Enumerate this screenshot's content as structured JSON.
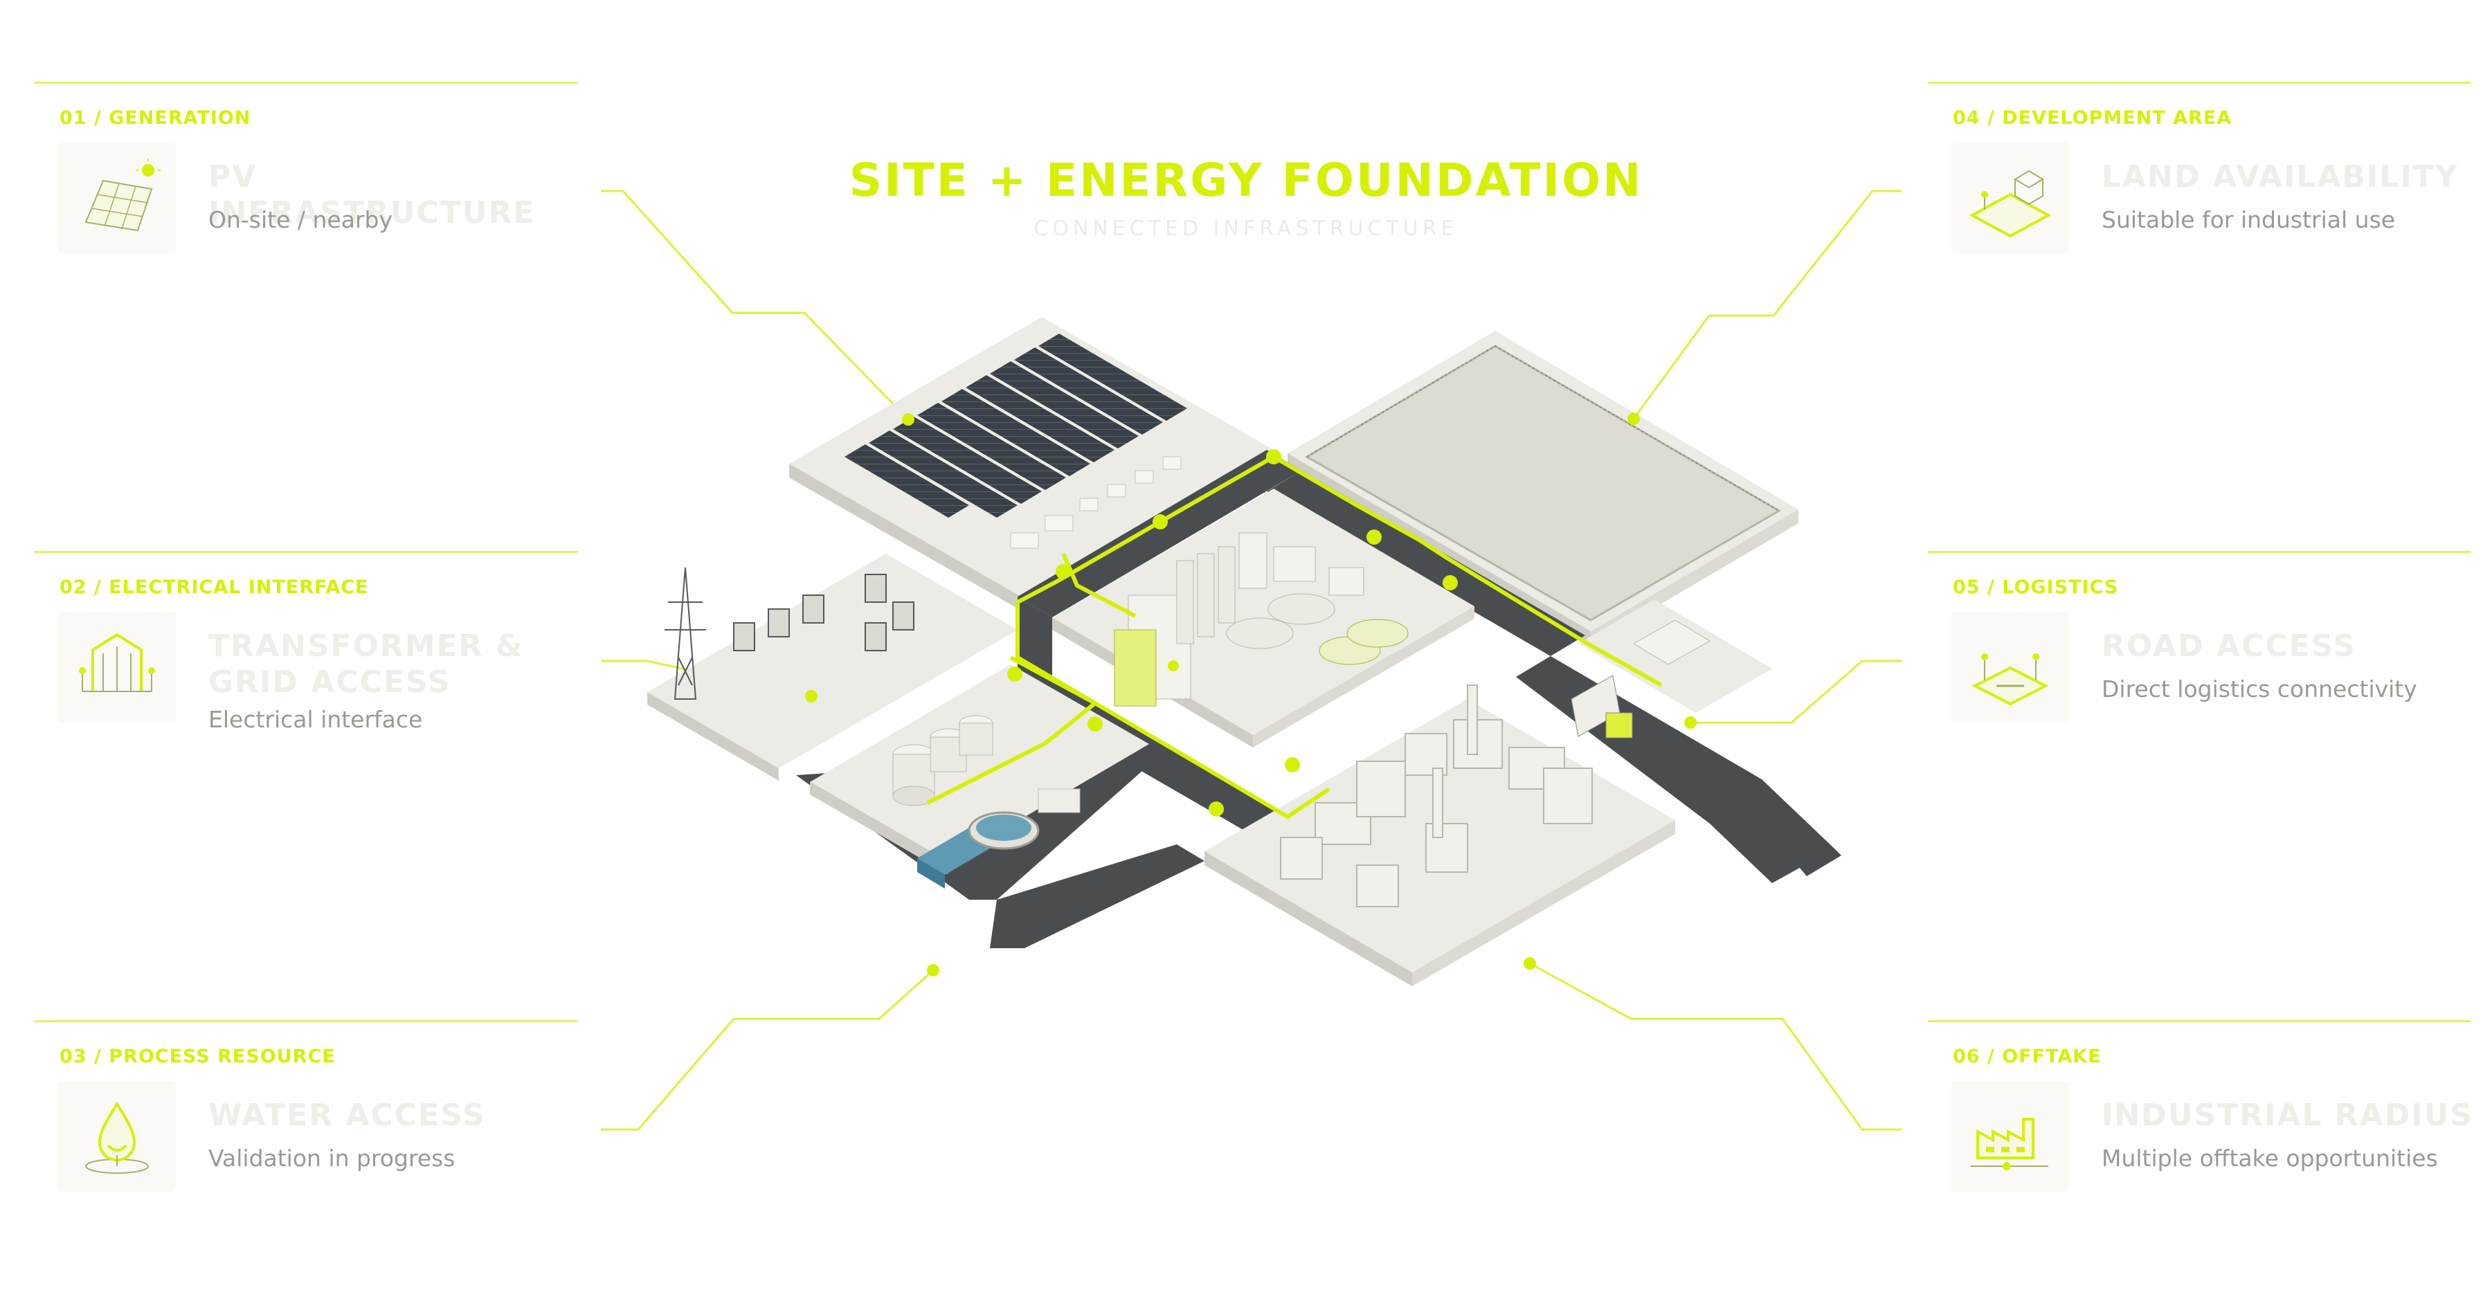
{
  "title": "SITE + ENERGY FOUNDATION",
  "subtitle": "CONNECTED INFRASTRUCTURE",
  "accent_color": "#d6f005",
  "panels": [
    {
      "tag": "01 / GENERATION",
      "heading": "PV INFRASTRUCTURE",
      "description": "On-site / nearby",
      "icon": "solar-panel-icon"
    },
    {
      "tag": "02 / ELECTRICAL INTERFACE",
      "heading": "TRANSFORMER & GRID ACCESS",
      "description": "Electrical interface",
      "icon": "transformer-icon"
    },
    {
      "tag": "03 / PROCESS RESOURCE",
      "heading": "WATER ACCESS",
      "description": "Validation in progress",
      "icon": "water-drop-icon"
    },
    {
      "tag": "04 / DEVELOPMENT AREA",
      "heading": "LAND AVAILABILITY",
      "description": "Suitable for industrial use",
      "icon": "land-plot-icon"
    },
    {
      "tag": "05 / LOGISTICS",
      "heading": "ROAD ACCESS",
      "description": "Direct logistics connectivity",
      "icon": "road-access-icon"
    },
    {
      "tag": "06 / OFFTAKE",
      "heading": "INDUSTRIAL RADIUS",
      "description": "Multiple offtake opportunities",
      "icon": "factory-icon"
    }
  ]
}
